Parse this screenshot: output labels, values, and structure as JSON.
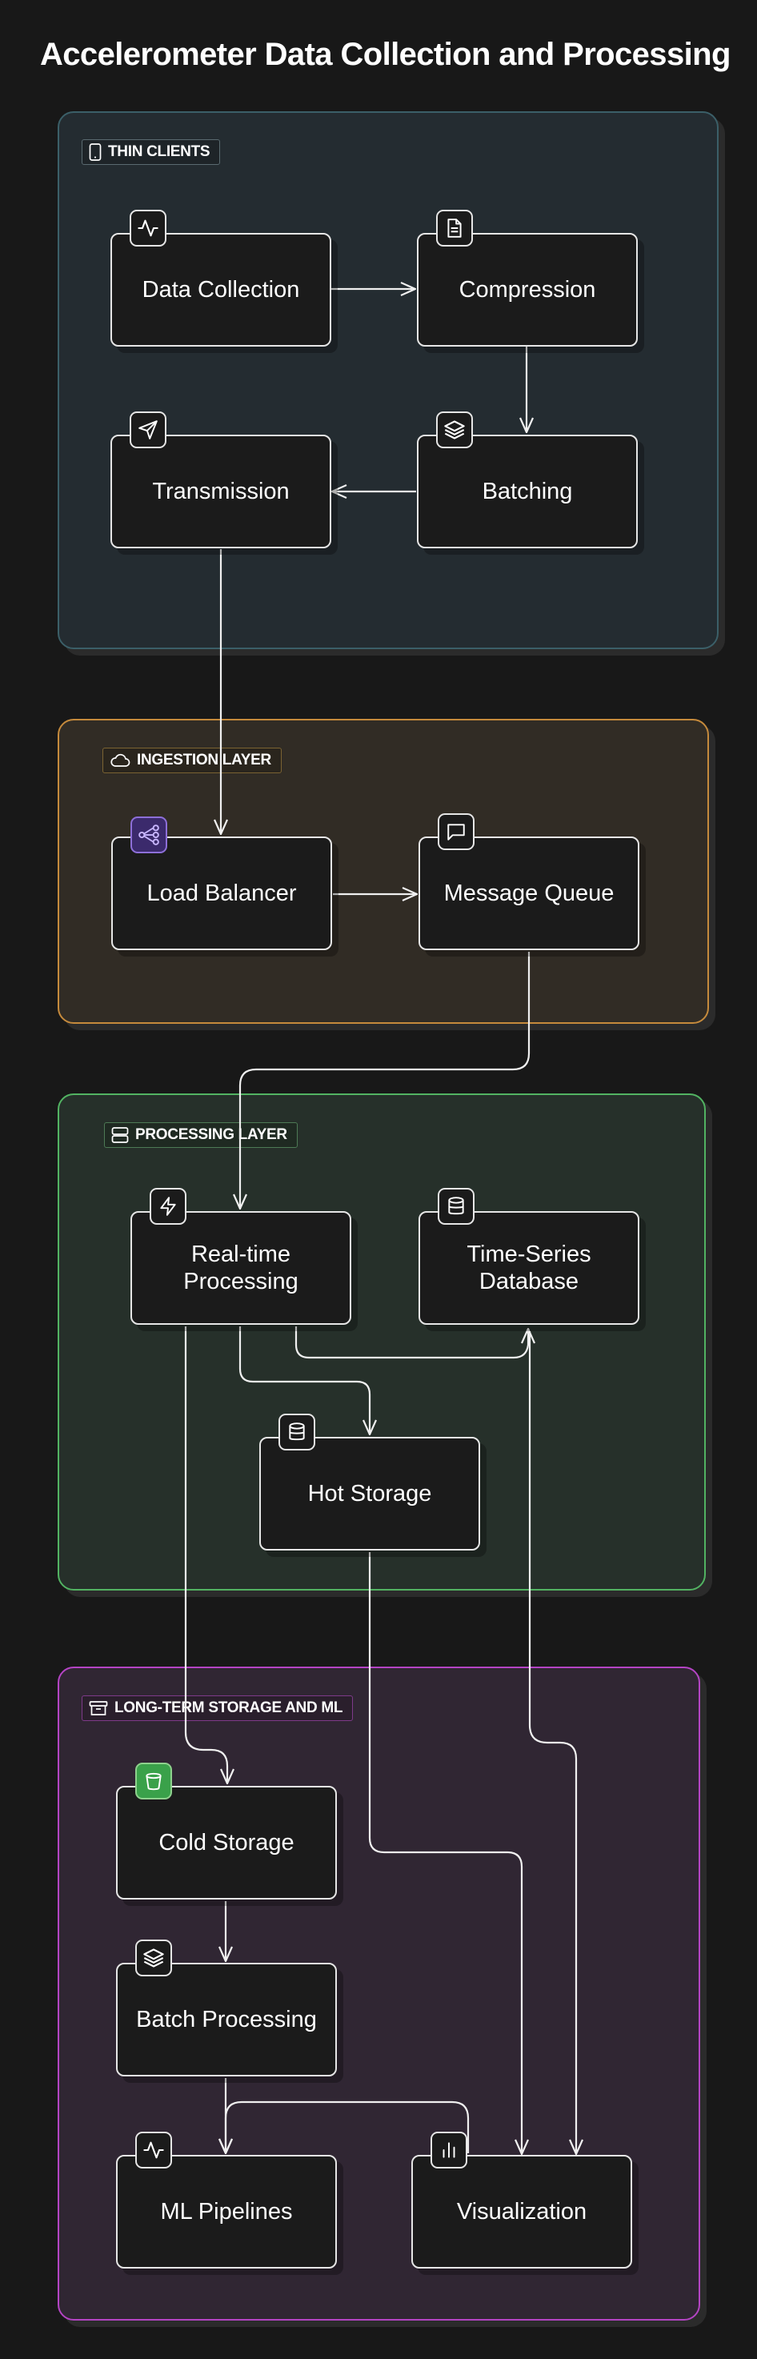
{
  "title": "Accelerometer Data Collection and Processing",
  "groups": {
    "thin_clients": "THIN CLIENTS",
    "ingestion": "INGESTION LAYER",
    "processing": "PROCESSING LAYER",
    "long_term": "LONG-TERM STORAGE AND ML"
  },
  "nodes": {
    "data_collection": "Data Collection",
    "compression": "Compression",
    "transmission": "Transmission",
    "batching": "Batching",
    "load_balancer": "Load Balancer",
    "message_queue": "Message Queue",
    "realtime": "Real-time Processing",
    "tsdb": "Time-Series Database",
    "hot_storage": "Hot Storage",
    "cold_storage": "Cold Storage",
    "batch_processing": "Batch Processing",
    "ml_pipelines": "ML Pipelines",
    "visualization": "Visualization"
  },
  "icons": {
    "thin_clients": "smartphone-icon",
    "ingestion": "cloud-icon",
    "processing": "server-icon",
    "long_term": "archive-icon",
    "data_collection": "activity-icon",
    "compression": "file-text-icon",
    "transmission": "send-icon",
    "batching": "layers-icon",
    "load_balancer": "load-balancer-icon",
    "message_queue": "message-square-icon",
    "realtime": "zap-icon",
    "tsdb": "database-icon",
    "hot_storage": "database-icon",
    "cold_storage": "bucket-icon",
    "batch_processing": "layers-icon",
    "ml_pipelines": "activity-icon",
    "visualization": "bar-chart-icon"
  },
  "colors": {
    "background": "#181818",
    "thin_clients_border": "#3b5f68",
    "ingestion_border": "#c58a3c",
    "processing_border": "#52b362",
    "long_term_border": "#b444c4"
  }
}
